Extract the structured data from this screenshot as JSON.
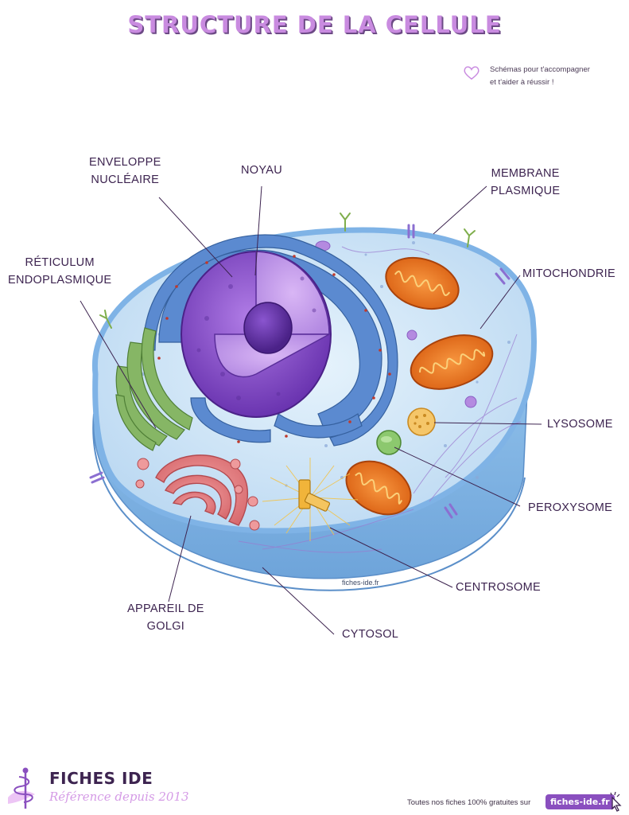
{
  "header": {
    "title": "STRUCTURE DE LA CELLULE",
    "tagline_line1": "Schémas pour t'accompagner",
    "tagline_line2": "et t'aider à réussir !"
  },
  "labels": {
    "enveloppe_1": "ENVELOPPE",
    "enveloppe_2": "NUCLÉAIRE",
    "noyau": "NOYAU",
    "membrane_1": "MEMBRANE",
    "membrane_2": "PLASMIQUE",
    "reticulum_1": "RÉTICULUM",
    "reticulum_2": "ENDOPLASMIQUE",
    "mitochondrie": "MITOCHONDRIE",
    "lysosome": "LYSOSOME",
    "peroxysome": "PEROXYSOME",
    "centrosome": "CENTROSOME",
    "golgi_1": "APPAREIL DE",
    "golgi_2": "GOLGI",
    "cytosol": "CYTOSOL"
  },
  "watermark": "fiches-ide.fr",
  "footer": {
    "brand": "FICHES IDE",
    "brand_sub": "Référence depuis 2013",
    "note": "Toutes nos fiches 100% gratuites sur",
    "site": "fiches-ide.fr"
  },
  "colors": {
    "title": "#c98be0",
    "cell_membrane": "#7fb3e6",
    "cytoplasm": "#cfe6f7",
    "nucleus": "#8a4fcf",
    "reticulum_rough": "#4f7fc4",
    "reticulum_smooth": "#7fae5c",
    "golgi": "#e9868a",
    "mitochondria": "#f07a2a",
    "lysosome": "#f2bb5c",
    "peroxysome": "#7fbf62",
    "centrosome": "#f1b43a",
    "brand_accent": "#8a4fbf"
  }
}
